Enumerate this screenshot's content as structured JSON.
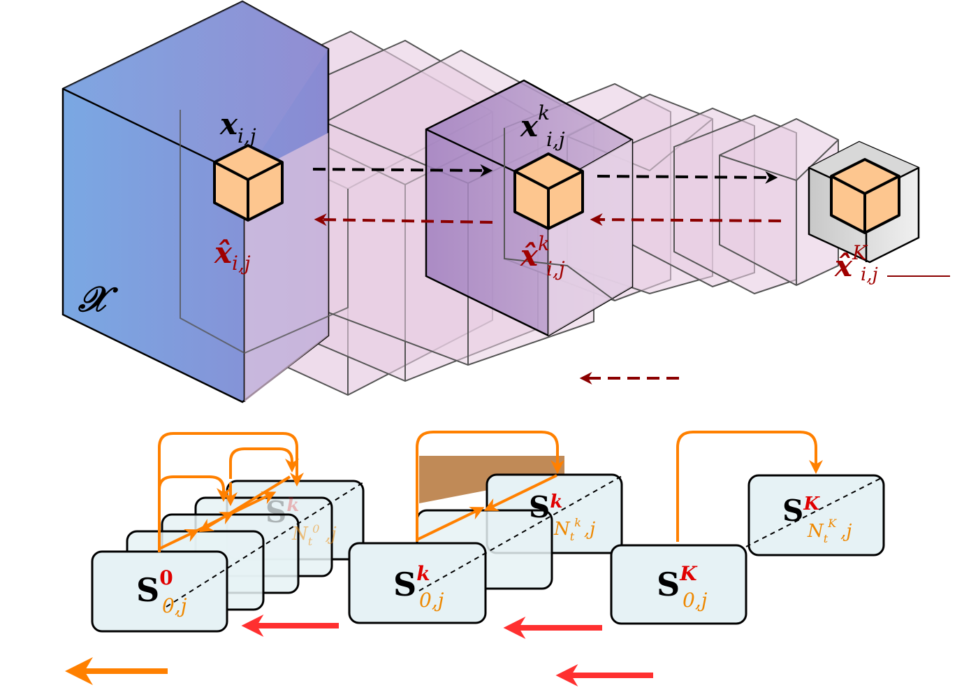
{
  "top": {
    "volume_label": "𝒳",
    "voxel_label": {
      "base": "x",
      "sub": "i,j"
    },
    "voxel_k_label": {
      "base": "x",
      "sup": "k",
      "sub": "i,j"
    },
    "recon_label": {
      "base": "x̂",
      "sub": "i,j"
    },
    "recon_k_label": {
      "base": "x̂",
      "sup": "k",
      "sub": "i,j"
    },
    "recon_K_label": {
      "base": "x̂",
      "sup": "K",
      "sub": "i,j"
    }
  },
  "bottom": {
    "state0": {
      "base": "S",
      "sup": "0",
      "sub": "0,j"
    },
    "state0_back": {
      "base": "S",
      "sup": "k",
      "sub_prefix": "N",
      "sub_t": "t",
      "sub_t_sup": "0",
      "sub_suffix": ",j"
    },
    "statek": {
      "base": "S",
      "sup": "k",
      "sub": "0,j"
    },
    "statek_back": {
      "base": "S",
      "sup": "k",
      "sub_prefix": "N",
      "sub_t": "t",
      "sub_t_sup": "k",
      "sub_suffix": ",j"
    },
    "stateK": {
      "base": "S",
      "sup": "K",
      "sub": "0,j"
    },
    "stateK_back": {
      "base": "S",
      "sup": "K",
      "sub_prefix": "N",
      "sub_t": "t",
      "sub_t_sup": "K",
      "sub_suffix": ",j"
    }
  },
  "colors": {
    "forward_arrow": "#000000",
    "backward_arrow": "#8b0000",
    "orange": "#ff8000",
    "red_arrow": "#ff3030",
    "card_fill": "#e6f2f5",
    "voxel_fill": "#fdc68f",
    "recon_label": "#a00000",
    "sup_red": "#e00000",
    "sub_orange": "#ee8800"
  }
}
